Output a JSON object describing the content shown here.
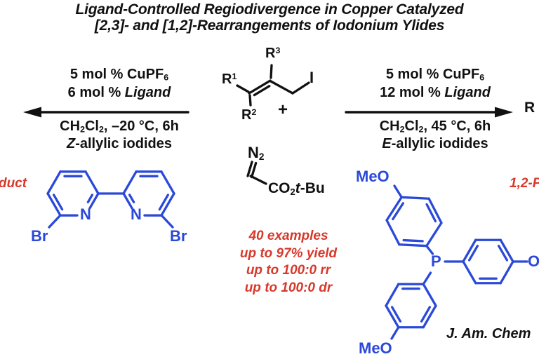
{
  "title": {
    "line1": "Ligand-Controlled Regiodivergence in Copper Catalyzed",
    "line2": "[2,3]- and [1,2]-Rearrangements of Iodonium Ylides"
  },
  "left_reaction": {
    "catalyst_main": "5 mol % CuPF",
    "catalyst_sub": "6",
    "ligand_pre": "6 mol % ",
    "ligand_word": "Ligand",
    "solvent_ch": "CH",
    "solvent_sub1": "2",
    "solvent_cl": "Cl",
    "solvent_sub2": "2",
    "solvent_rest": ", –20 °C, 6h",
    "geo_italic": "Z",
    "geo_rest": "-allylic iodides"
  },
  "right_reaction": {
    "catalyst_main": "5 mol % CuPF",
    "catalyst_sub": "6",
    "ligand_pre": "12 mol % ",
    "ligand_word": "Ligand",
    "solvent_ch": "CH",
    "solvent_sub1": "2",
    "solvent_cl": "Cl",
    "solvent_sub2": "2",
    "solvent_rest": ", 45 °C, 6h",
    "geo_italic": "E",
    "geo_rest": "-allylic iodides"
  },
  "reactant": {
    "r1": {
      "base": "R",
      "sup": "1"
    },
    "r2": {
      "base": "R",
      "sup": "2"
    },
    "r3": {
      "base": "R",
      "sup": "3"
    },
    "iodide": "I",
    "plus": "+"
  },
  "diazo": {
    "n": "N",
    "n_sub": "2",
    "co": "CO",
    "co_sub": "2",
    "t": "t",
    "bu": "-Bu"
  },
  "results": {
    "l1": "40 examples",
    "l2": "up to 97% yield",
    "l3": "up to 100:0 rr",
    "l4": "up to 100:0 dr"
  },
  "bipyridine": {
    "n_left": "N",
    "n_right": "N",
    "br_left": "Br",
    "br_right": "Br"
  },
  "phosphine": {
    "p": "P",
    "meo_top": "MeO",
    "meo_bottom": "MeO",
    "o_right": "O"
  },
  "fragments": {
    "left_product_tail": "duct",
    "right_product_head": "1,2-P",
    "product_r": "R"
  },
  "citation": {
    "text": "J. Am. Chem"
  },
  "colors": {
    "blue": "#2b49d8",
    "red": "#d8382b",
    "black": "#111111"
  }
}
